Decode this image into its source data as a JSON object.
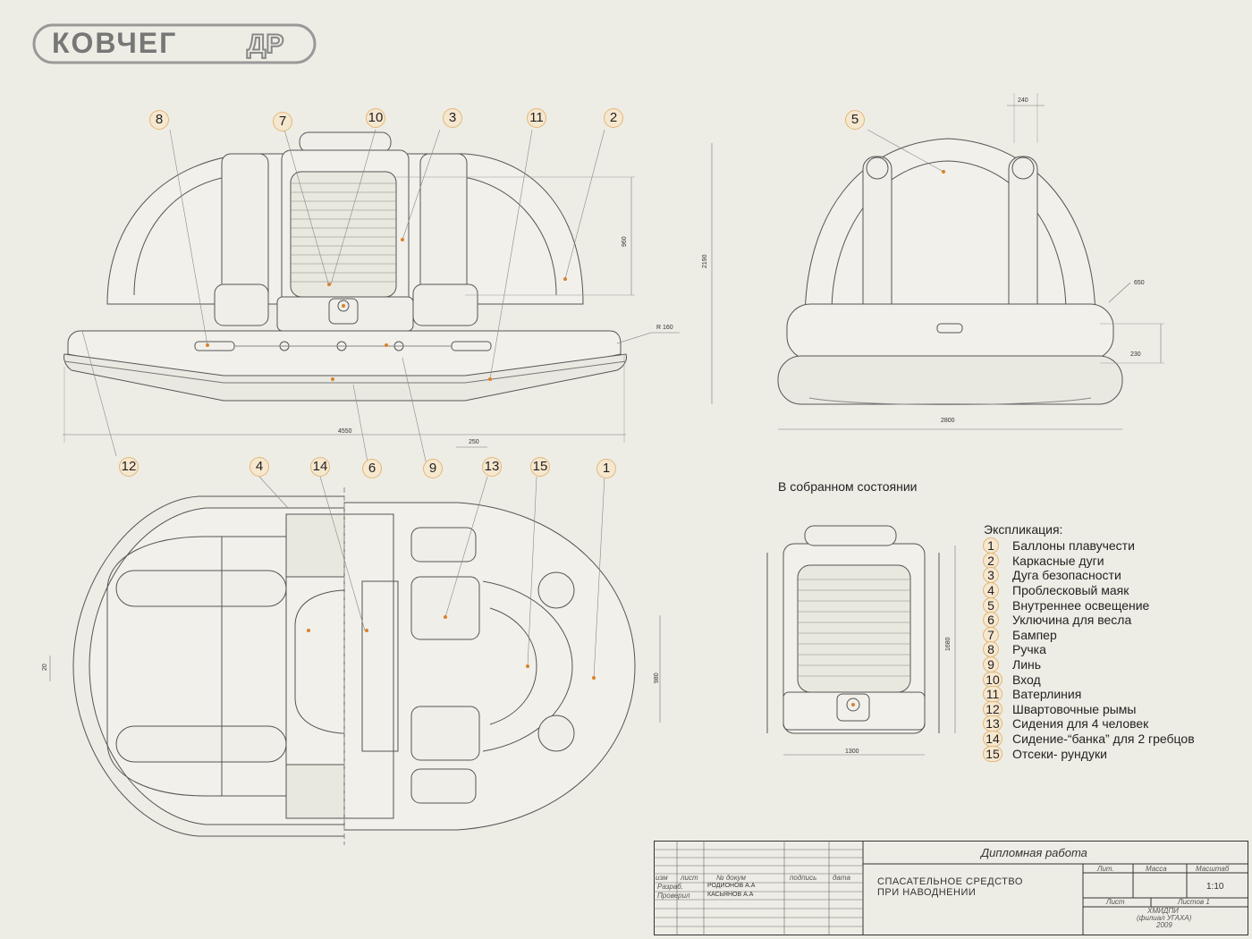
{
  "logo": {
    "text": "КОВЧЕГ",
    "mark": "ДР"
  },
  "callouts": {
    "side": [
      "8",
      "7",
      "10",
      "3",
      "11",
      "2"
    ],
    "front": [
      "5"
    ],
    "bottom": [
      "12",
      "4",
      "14",
      "6",
      "9",
      "13",
      "15",
      "1"
    ]
  },
  "dimensions": {
    "side_width": "4550",
    "side_height": "2190",
    "side_mid": "960",
    "side_radius": "R 160",
    "side_small": "250",
    "front_width": "2800",
    "front_top": "240",
    "front_650": "650",
    "front_230": "230",
    "plan_20": "20",
    "plan_980": "980",
    "assembled_width": "1300",
    "assembled_height": "1680"
  },
  "assembled_caption": "В собранном состоянии",
  "legend": {
    "title": "Экспликация:",
    "items": [
      {
        "num": "1",
        "label": "Баллоны плавучести"
      },
      {
        "num": "2",
        "label": "Каркасные дуги"
      },
      {
        "num": "3",
        "label": "Дуга безопасности"
      },
      {
        "num": "4",
        "label": "Проблесковый маяк"
      },
      {
        "num": "5",
        "label": "Внутреннее освещение"
      },
      {
        "num": "6",
        "label": "Уключина для весла"
      },
      {
        "num": "7",
        "label": "Бампер"
      },
      {
        "num": "8",
        "label": "Ручка"
      },
      {
        "num": "9",
        "label": "Линь"
      },
      {
        "num": "10",
        "label": "Вход"
      },
      {
        "num": "11",
        "label": "Ватерлиния"
      },
      {
        "num": "12",
        "label": "Швартовочные рымы"
      },
      {
        "num": "13",
        "label": "Сидения для 4 человек"
      },
      {
        "num": "14",
        "label": "Сидение-“банка” для 2 гребцов"
      },
      {
        "num": "15",
        "label": "Отсеки- рундуки"
      }
    ]
  },
  "title_block": {
    "work_type": "Дипломная работа",
    "headers": {
      "izm": "изм",
      "list": "лист",
      "doc": "№ докум",
      "sign": "подпись",
      "date": "дата"
    },
    "roles": {
      "developer": "Разраб.",
      "checker": "Проверил"
    },
    "names": {
      "developer": "РОДИОНОВ А.А",
      "checker": "КАСЬЯНОВ А.А"
    },
    "title_line1": "СПАСАТЕЛЬНОЕ СРЕДСТВО",
    "title_line2": "ПРИ НАВОДНЕНИИ",
    "lit": "Лит.",
    "mass": "Масса",
    "scale_label": "Масштаб",
    "scale": "1:10",
    "sheet": "Лист",
    "sheets": "Листов 1",
    "org1": "ХМИДПИ",
    "org2": "(филиал УГАХА)",
    "year": "2009"
  }
}
